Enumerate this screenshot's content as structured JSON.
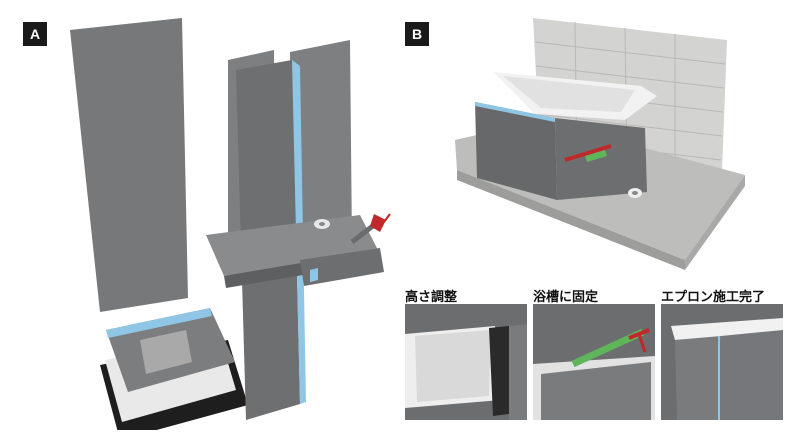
{
  "panels": {
    "a": {
      "label": "A"
    },
    "b": {
      "label": "B"
    }
  },
  "steps": [
    {
      "label": "高さ調整"
    },
    {
      "label": "浴槽に固定"
    },
    {
      "label": "エプロン施工完了"
    }
  ],
  "colors": {
    "board": "#7a7b7d",
    "board_dark": "#5f6062",
    "edge_blue": "#8fc6e6",
    "concrete": "#b9b9b7",
    "tub_white": "#f1f1f1",
    "caulk_red": "#c0282b",
    "caulk_green": "#5fb65a"
  },
  "icons": [
    "caulking-gun-icon",
    "tape-roll-icon"
  ]
}
